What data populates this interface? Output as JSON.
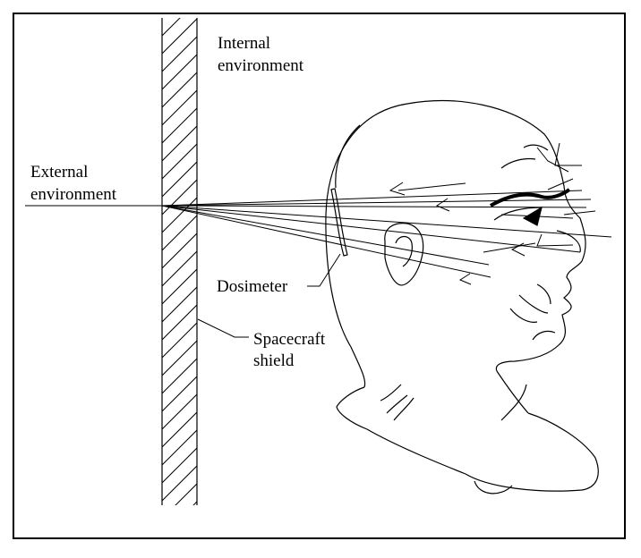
{
  "diagram": {
    "labels": {
      "internal_environment": [
        "Internal",
        "environment"
      ],
      "external_environment": [
        "External",
        "environment"
      ],
      "dosimeter": "Dosimeter",
      "spacecraft_shield": [
        "Spacecraft",
        "shield"
      ]
    },
    "colors": {
      "line": "#000000",
      "background": "#ffffff"
    }
  }
}
